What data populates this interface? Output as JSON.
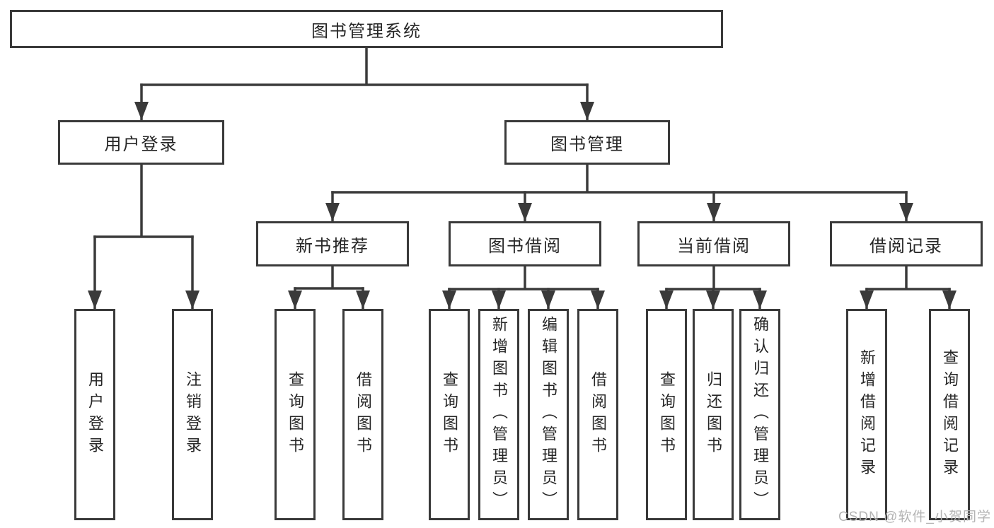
{
  "root": {
    "label": "图书管理系统"
  },
  "user_branch": {
    "label": "用户登录",
    "children": [
      {
        "label": "用户登录"
      },
      {
        "label": "注销登录"
      }
    ]
  },
  "book_branch": {
    "label": "图书管理",
    "groups": [
      {
        "label": "新书推荐",
        "children": [
          {
            "label": "查询图书"
          },
          {
            "label": "借阅图书"
          }
        ]
      },
      {
        "label": "图书借阅",
        "children": [
          {
            "label": "查询图书"
          },
          {
            "label": "新增图书（管理员）"
          },
          {
            "label": "编辑图书（管理员）"
          },
          {
            "label": "借阅图书"
          }
        ]
      },
      {
        "label": "当前借阅",
        "children": [
          {
            "label": "查询图书"
          },
          {
            "label": "归还图书"
          },
          {
            "label": "确认归还（管理员）"
          }
        ]
      },
      {
        "label": "借阅记录",
        "children": [
          {
            "label": "新增借阅记录"
          },
          {
            "label": "查询借阅记录"
          }
        ]
      }
    ]
  },
  "watermark": {
    "text": "CSDN @软件_小贺同学"
  },
  "colors": {
    "line": "#3a3a3a",
    "border": "#3a3a3a",
    "text": "#262626",
    "watermark": "#b4b4b4",
    "background": "#ffffff"
  }
}
